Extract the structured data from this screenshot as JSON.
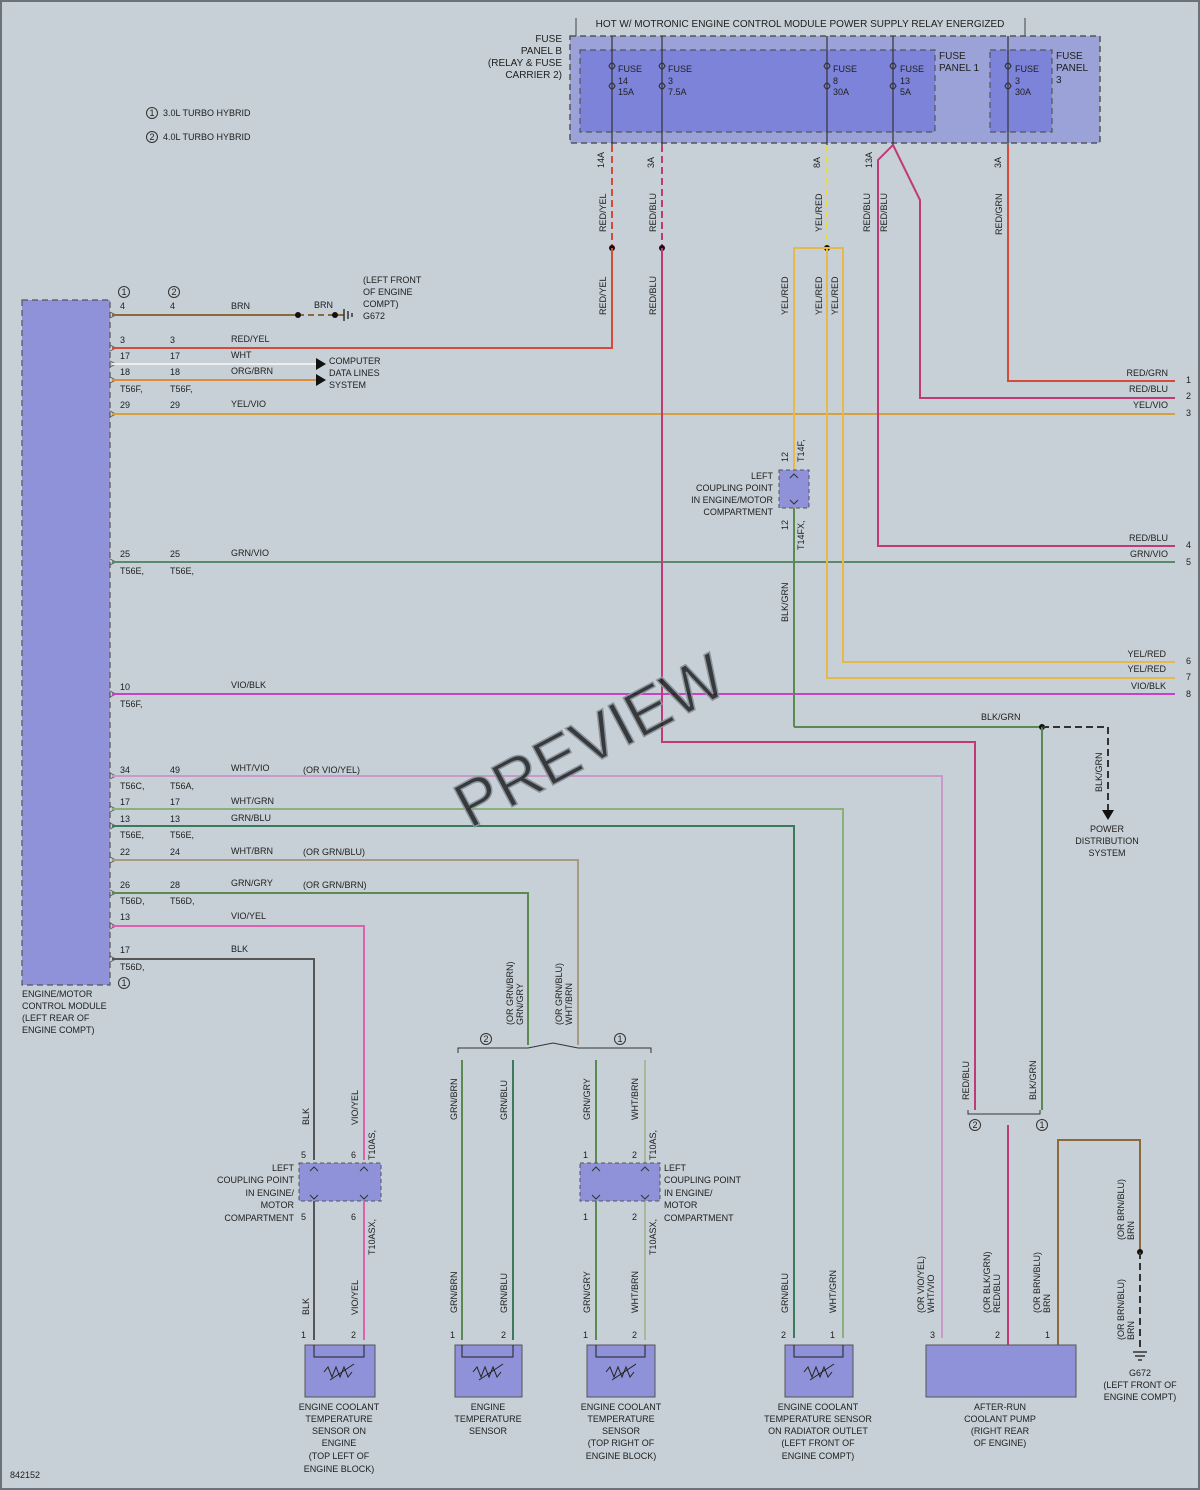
{
  "diagram_id": "842152",
  "header": "HOT W/ MOTRONIC ENGINE CONTROL MODULE POWER SUPPLY RELAY ENERGIZED",
  "watermark": "PREVIEW",
  "legend": [
    {
      "num": "1",
      "text": "3.0L TURBO HYBRID"
    },
    {
      "num": "2",
      "text": "4.0L TURBO HYBRID"
    }
  ],
  "fuse_panel_b": {
    "lines": [
      "FUSE",
      "PANEL B",
      "(RELAY & FUSE",
      "CARRIER 2)"
    ]
  },
  "fuse_panel_1": {
    "lines": [
      "FUSE",
      "PANEL 1"
    ]
  },
  "fuse_panel_3": {
    "lines": [
      "FUSE",
      "PANEL",
      "3"
    ]
  },
  "fuses": [
    {
      "label": "FUSE",
      "num": "14",
      "amp": "15A",
      "wire_amp": "14A"
    },
    {
      "label": "FUSE",
      "num": "3",
      "amp": "7.5A",
      "wire_amp": "3A"
    },
    {
      "label": "FUSE",
      "num": "8",
      "amp": "30A",
      "wire_amp": "8A"
    },
    {
      "label": "FUSE",
      "num": "13",
      "amp": "5A",
      "wire_amp": "13A"
    },
    {
      "label": "FUSE",
      "num": "3",
      "amp": "30A",
      "wire_amp": "3A"
    }
  ],
  "ground_top": {
    "lines": [
      "(LEFT FRONT",
      "OF ENGINE",
      "COMPT)",
      "G672"
    ],
    "wire": "BRN"
  },
  "ecm": {
    "col1": "1",
    "col2": "2",
    "label_lines": [
      "ENGINE/MOTOR",
      "CONTROL MODULE",
      "(LEFT REAR OF",
      "ENGINE COMPT)"
    ],
    "bottom_marker": "1",
    "pins": [
      {
        "p1": "4",
        "p2": "4",
        "wire": "BRN",
        "note": ""
      },
      {
        "p1": "3",
        "p2": "3",
        "wire": "RED/YEL",
        "note": ""
      },
      {
        "p1": "17",
        "p2": "17",
        "wire": "WHT",
        "note": ""
      },
      {
        "p1": "18",
        "p2": "18",
        "wire": "ORG/BRN",
        "note": ""
      },
      {
        "p1": "29",
        "p2": "29",
        "wire": "YEL/VIO",
        "note": ""
      },
      {
        "p1": "25",
        "p2": "25",
        "wire": "GRN/VIO",
        "note": ""
      },
      {
        "p1": "10",
        "p2": "",
        "wire": "VIO/BLK",
        "note": ""
      },
      {
        "p1": "34",
        "p2": "49",
        "wire": "WHT/VIO",
        "note": "(OR VIO/YEL)"
      },
      {
        "p1": "17",
        "p2": "17",
        "wire": "WHT/GRN",
        "note": ""
      },
      {
        "p1": "13",
        "p2": "13",
        "wire": "GRN/BLU",
        "note": ""
      },
      {
        "p1": "22",
        "p2": "24",
        "wire": "WHT/BRN",
        "note": "(OR GRN/BLU)"
      },
      {
        "p1": "26",
        "p2": "28",
        "wire": "GRN/GRY",
        "note": "(OR GRN/BRN)"
      },
      {
        "p1": "13",
        "p2": "",
        "wire": "VIO/YEL",
        "note": ""
      },
      {
        "p1": "17",
        "p2": "",
        "wire": "BLK",
        "note": ""
      }
    ],
    "connectors": [
      {
        "c1": "T56F,",
        "c2": "T56F,"
      },
      {
        "c1": "T56E,",
        "c2": "T56E,"
      },
      {
        "c1": "T56F,",
        "c2": ""
      },
      {
        "c1": "T56C,",
        "c2": "T56A,"
      },
      {
        "c1": "T56E,",
        "c2": "T56E,"
      },
      {
        "c1": "T56D,",
        "c2": "T56D,"
      },
      {
        "c1": "T56D,",
        "c2": ""
      }
    ]
  },
  "computer_data": {
    "lines": [
      "COMPUTER",
      "DATA LINES",
      "SYSTEM"
    ]
  },
  "vertical_wires": {
    "red_yel": "RED/YEL",
    "red_blu": "RED/BLU",
    "yel_red": "YEL/RED",
    "red_blu2": "RED/BLU",
    "red_grn": "RED/GRN",
    "blk_grn": "BLK/GRN"
  },
  "left_coupling_top": {
    "lines": [
      "LEFT",
      "COUPLING POINT",
      "IN ENGINE/MOTOR",
      "COMPARTMENT"
    ],
    "pin": "12",
    "conn_top": "T14F,",
    "conn_bottom": "T14FX,"
  },
  "right_outputs": [
    {
      "num": "1",
      "wire": "RED/GRN"
    },
    {
      "num": "2",
      "wire": "RED/BLU"
    },
    {
      "num": "3",
      "wire": "YEL/VIO"
    },
    {
      "num": "4",
      "wire": "RED/BLU"
    },
    {
      "num": "5",
      "wire": "GRN/VIO"
    },
    {
      "num": "6",
      "wire": "YEL/RED"
    },
    {
      "num": "7",
      "wire": "YEL/RED"
    },
    {
      "num": "8",
      "wire": "VIO/BLK"
    }
  ],
  "power_distribution": {
    "wire": "BLK/GRN",
    "lines": [
      "POWER",
      "DISTRIBUTION",
      "SYSTEM"
    ]
  },
  "coupling_left": {
    "lines": [
      "LEFT",
      "COUPLING POINT",
      "IN ENGINE/",
      "MOTOR",
      "COMPARTMENT"
    ],
    "pin_a": "5",
    "pin_b": "6",
    "conn_top": "T10AS,",
    "conn_bottom": "T10ASX,"
  },
  "coupling_right": {
    "lines": [
      "LEFT",
      "COUPLING POINT",
      "IN ENGINE/",
      "MOTOR",
      "COMPARTMENT"
    ],
    "pin_a": "1",
    "pin_b": "2",
    "conn_top": "T10AS,",
    "conn_bottom": "T10ASX,"
  },
  "variant_notes": {
    "n1": [
      "(OR GRN/BRN)",
      "GRN/GRY"
    ],
    "n2": [
      "(OR GRN/BLU)",
      "WHT/BRN"
    ],
    "n3": [
      "(OR VIO/YEL)",
      "WHT/VIO"
    ],
    "n4": [
      "(OR BLK/GRN)",
      "RED/BLU"
    ],
    "n5": [
      "(OR BRN/BLU)",
      "BRN"
    ],
    "n6": [
      "(OR BRN/BLU)",
      "BRN"
    ],
    "n7": [
      "(OR BRN/BLU)",
      "BRN"
    ]
  },
  "branch_wires": {
    "blk": "BLK",
    "vio_yel": "VIO/YEL",
    "grn_brn": "GRN/BRN",
    "grn_blu": "GRN/BLU",
    "grn_gry": "GRN/GRY",
    "wht_brn": "WHT/BRN",
    "wht_grn": "WHT/GRN",
    "red_blu": "RED/BLU",
    "blk_grn": "BLK/GRN"
  },
  "components": [
    {
      "lines": [
        "ENGINE COOLANT",
        "TEMPERATURE",
        "SENSOR ON",
        "ENGINE",
        "(TOP LEFT OF",
        "ENGINE BLOCK)"
      ],
      "pins": [
        "1",
        "2"
      ]
    },
    {
      "lines": [
        "ENGINE",
        "TEMPERATURE",
        "SENSOR"
      ],
      "pins": [
        "1",
        "2"
      ]
    },
    {
      "lines": [
        "ENGINE COOLANT",
        "TEMPERATURE",
        "SENSOR",
        "(TOP RIGHT OF",
        "ENGINE BLOCK)"
      ],
      "pins": [
        "1",
        "2"
      ]
    },
    {
      "lines": [
        "ENGINE COOLANT",
        "TEMPERATURE SENSOR",
        "ON RADIATOR OUTLET",
        "(LEFT FRONT OF",
        "ENGINE COMPT)"
      ],
      "pins": [
        "2",
        "1"
      ]
    },
    {
      "lines": [
        "AFTER-RUN",
        "COOLANT PUMP",
        "(RIGHT REAR",
        "OF ENGINE)"
      ],
      "pins": [
        "3",
        "2",
        "1"
      ]
    }
  ],
  "ground_bottom": {
    "lines": [
      "G672",
      "(LEFT FRONT OF",
      "ENGINE COMPT)"
    ]
  },
  "variant_markers": {
    "m1": "1",
    "m2": "2"
  },
  "colors": {
    "background": "#c7d0d6",
    "module_fill": "#8f92d8",
    "fuse_fill": "#7c83d8",
    "red": "#d64a3a",
    "red_blu": "#c03a78",
    "yellow": "#e6b94a",
    "green": "#5a8a50",
    "violet": "#c940c9",
    "brown": "#8a6a3a",
    "orange": "#e08a3a",
    "gray": "#666666"
  }
}
